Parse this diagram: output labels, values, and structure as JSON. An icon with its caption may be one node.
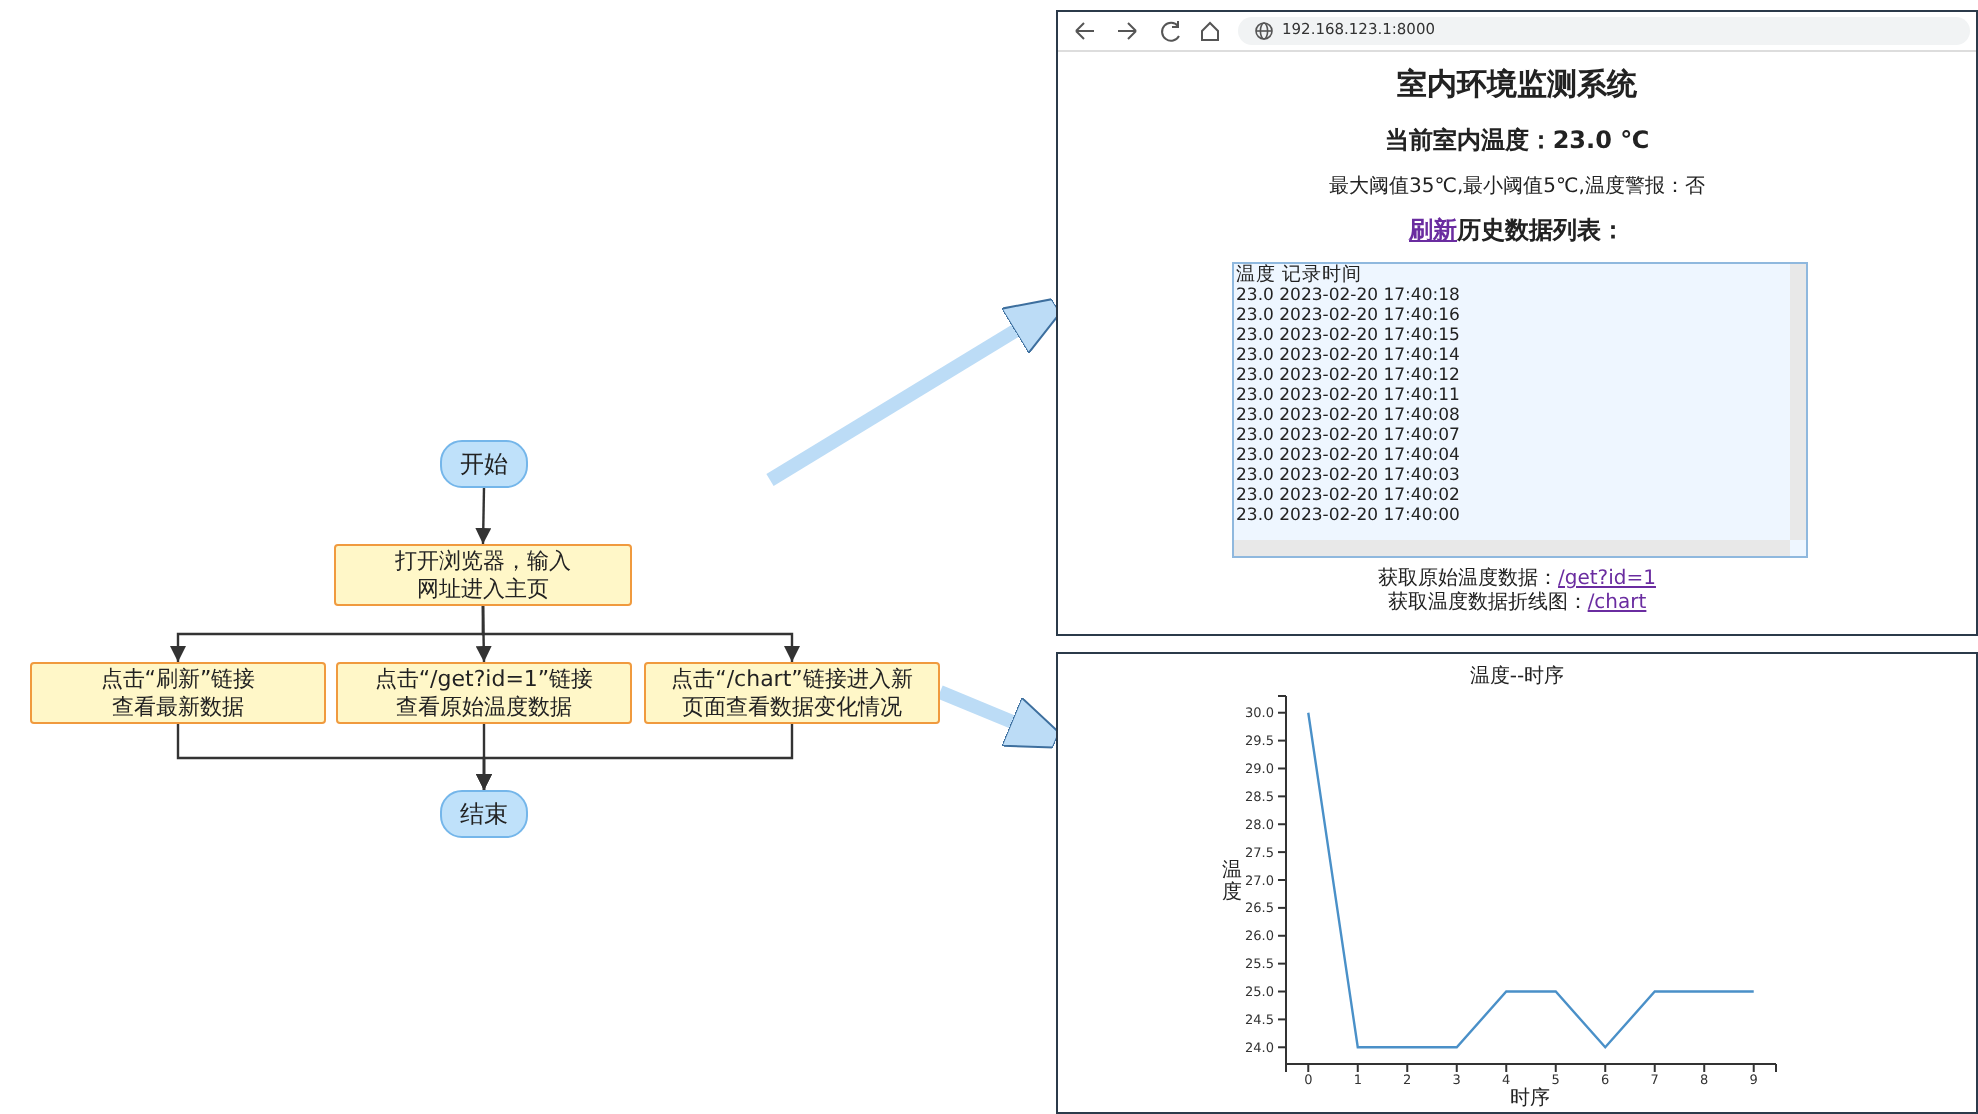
{
  "diagram": {
    "nodes": [
      {
        "text": [
          "开始"
        ]
      },
      {
        "text": [
          "打开浏览器，输入网址进入主页"
        ]
      },
      {
        "text": [
          "点击“刷新”链接查看最新数据"
        ]
      },
      {
        "text": [
          "点击“/get?id=1”链接查看原始温度数据"
        ]
      },
      {
        "text": [
          "点击“/chart”链接进入新页面查看数据变化情况"
        ]
      },
      {
        "text": [
          "结束"
        ]
      },
      {
        "text": [
          "192.168.123.1:8000",
          "室内环境监测系统",
          "当前室内温度：23.0 ℃",
          "最大阈值35℃,最小阈值5℃,温度警报：否",
          "刷新",
          "历史数据列表：",
          "温度 记录时间",
          "23.0 2023-02-20 17:40:18",
          "23.0 2023-02-20 17:40:16",
          "23.0 2023-02-20 17:40:15",
          "23.0 2023-02-20 17:40:14",
          "23.0 2023-02-20 17:40:12",
          "23.0 2023-02-20 17:40:11",
          "23.0 2023-02-20 17:40:08",
          "23.0 2023-02-20 17:40:07",
          "23.0 2023-02-20 17:40:04",
          "23.0 2023-02-20 17:40:03",
          "23.0 2023-02-20 17:40:02",
          "23.0 2023-02-20 17:40:00",
          "获取原始温度数据：",
          "/get?id=1",
          "获取温度数据折线图：",
          "/chart"
        ]
      },
      {
        "text": [],
        "shape": "box"
      }
    ],
    "edges": [
      {
        "from": 0,
        "to": 1,
        "arrow": "to"
      },
      {
        "from": 1,
        "to": 2,
        "arrow": "to"
      },
      {
        "from": 1,
        "to": 3,
        "arrow": "to"
      },
      {
        "from": 1,
        "to": 4,
        "arrow": "to"
      },
      {
        "from": 2,
        "to": 5,
        "arrow": "to"
      },
      {
        "from": 3,
        "to": 5,
        "arrow": "to"
      },
      {
        "from": 4,
        "to": 5,
        "arrow": "to"
      },
      {
        "from": null,
        "to": 6,
        "arrow": "to",
        "style": "thick",
        "color": "#bcdcf6"
      },
      {
        "from": 4,
        "to": 7,
        "arrow": "to",
        "style": "thick",
        "color": "#bcdcf6"
      }
    ],
    "chart_data": {
      "type": "line",
      "title": "温度--时序",
      "xlabel": "时序",
      "ylabel": "温度",
      "x": [
        0,
        1,
        2,
        3,
        4,
        5,
        6,
        7,
        8,
        9
      ],
      "series": [
        {
          "color": "#4a90c8",
          "values": [
            30.0,
            24.0,
            24.0,
            24.0,
            25.0,
            25.0,
            24.0,
            25.0,
            25.0,
            25.0
          ]
        }
      ],
      "xlim": [
        -0.45,
        9.45
      ],
      "ylim": [
        23.7,
        30.3
      ],
      "xticks": [
        0,
        1,
        2,
        3,
        4,
        5,
        6,
        7,
        8,
        9
      ],
      "yticks": [
        {
          "value": 24,
          "label": "24.0"
        },
        {
          "value": 24.5,
          "label": "24.5"
        },
        {
          "value": 25,
          "label": "25.0"
        },
        {
          "value": 25.5,
          "label": "25.5"
        },
        {
          "value": 26,
          "label": "26.0"
        },
        {
          "value": 26.5,
          "label": "26.5"
        },
        {
          "value": 27,
          "label": "27.0"
        },
        {
          "value": 27.5,
          "label": "27.5"
        },
        {
          "value": 28,
          "label": "28.0"
        },
        {
          "value": 28.5,
          "label": "28.5"
        },
        {
          "value": 29,
          "label": "29.0"
        },
        {
          "value": 29.5,
          "label": "29.5"
        },
        {
          "value": 30,
          "label": "30.0"
        }
      ]
    }
  }
}
